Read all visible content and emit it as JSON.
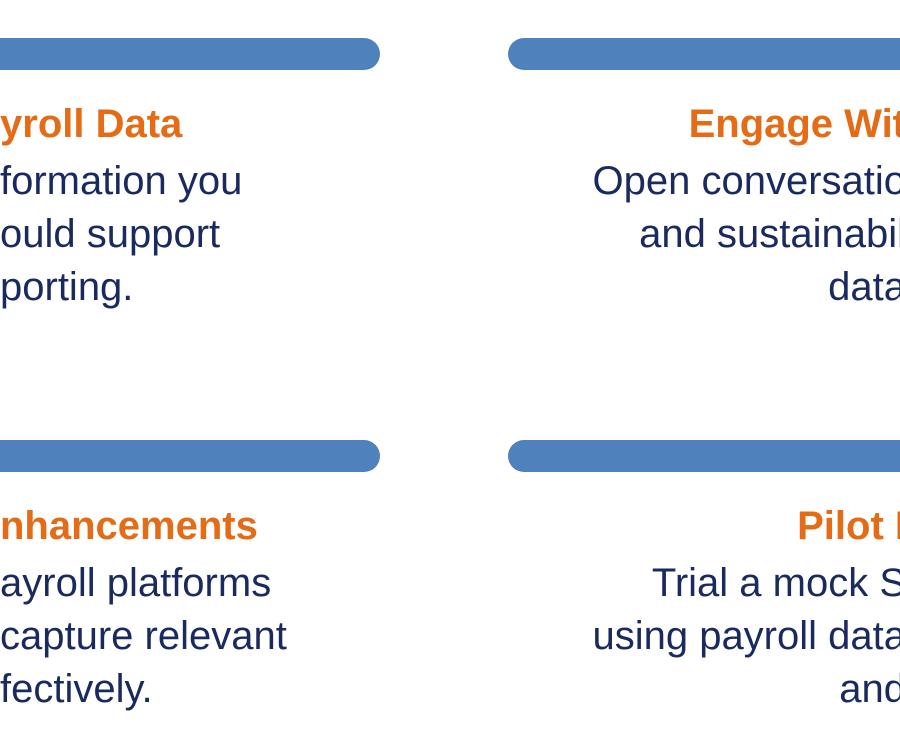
{
  "panels": [
    {
      "title": "yroll Data",
      "lines": [
        "formation you",
        "ould support",
        "porting."
      ]
    },
    {
      "title": "Engage Wit",
      "lines": [
        "Open conversatio",
        "and sustainabil",
        "data"
      ]
    },
    {
      "title": "nhancements",
      "lines": [
        "ayroll platforms",
        "capture relevant",
        "fectively."
      ]
    },
    {
      "title": "Pilot I",
      "lines": [
        "Trial a mock S",
        "using payroll data",
        "and"
      ]
    }
  ],
  "colors": {
    "bar": "#4f81bd",
    "title": "#e46c17",
    "body": "#1a2a5e",
    "background": "#ffffff"
  }
}
